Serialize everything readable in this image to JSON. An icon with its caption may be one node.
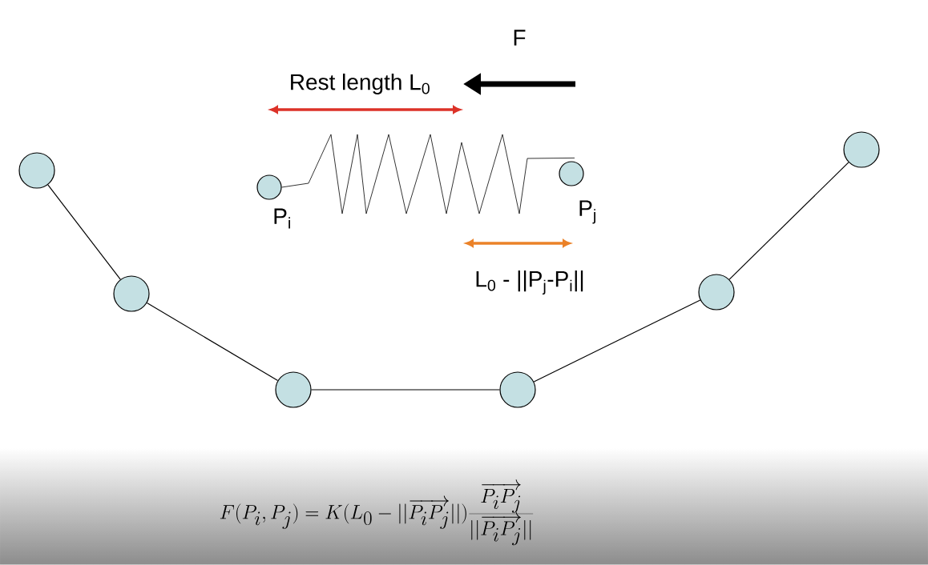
{
  "diagram": {
    "nodes": [
      {
        "text": [],
        "shape": "circle"
      },
      {
        "text": [],
        "shape": "circle"
      },
      {
        "text": [],
        "shape": "circle"
      },
      {
        "text": [],
        "shape": "circle"
      },
      {
        "text": [],
        "shape": "circle"
      },
      {
        "text": [],
        "shape": "circle"
      },
      {
        "text": [],
        "shape": "circle",
        "beside": [
          "P$_{i}$"
        ]
      },
      {
        "text": [],
        "shape": "circle",
        "beside": [
          "P$_{j}$"
        ]
      }
    ],
    "edges": [
      {
        "from": 0,
        "to": 1,
        "arrow": "none"
      },
      {
        "from": 1,
        "to": 2,
        "arrow": "none"
      },
      {
        "from": 2,
        "to": 3,
        "arrow": "none"
      },
      {
        "from": 3,
        "to": 4,
        "arrow": "none"
      },
      {
        "from": 4,
        "to": 5,
        "arrow": "none"
      },
      {
        "from": 6,
        "to": 7,
        "arrow": "none"
      }
    ],
    "labels": [
      "F",
      "Rest length L$_{0}$",
      "L$_{0}$ - ||P$_{j}$-P$_{i}$||",
      "F(P_i, P_j) = K(L_0 - ||\\overrightarrow{P_iP_j}||)\\frac{\\overrightarrow{P_iP_j}}{||\\overrightarrow{P_iP_j}||}"
    ]
  }
}
